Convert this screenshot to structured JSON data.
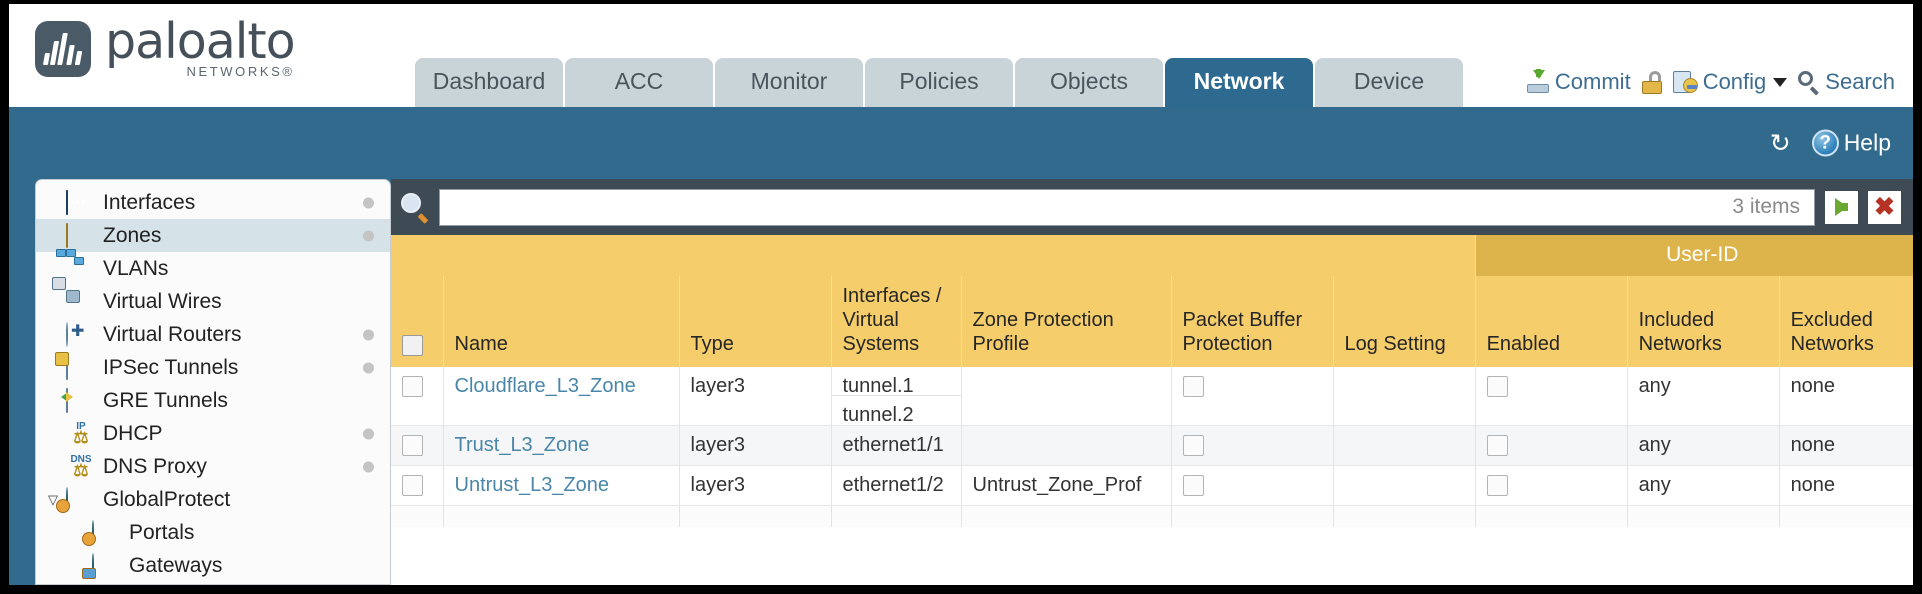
{
  "brand": {
    "name": "paloalto",
    "sub": "NETWORKS®",
    "logo_icon": "paloalto-waveform-logo"
  },
  "tabs": [
    {
      "label": "Dashboard",
      "active": false
    },
    {
      "label": "ACC",
      "active": false
    },
    {
      "label": "Monitor",
      "active": false
    },
    {
      "label": "Policies",
      "active": false
    },
    {
      "label": "Objects",
      "active": false
    },
    {
      "label": "Network",
      "active": true
    },
    {
      "label": "Device",
      "active": false
    }
  ],
  "header_actions": {
    "commit": "Commit",
    "lock_icon": "unlocked-padlock-icon",
    "config": "Config",
    "search": "Search"
  },
  "blue_band": {
    "refresh_icon": "refresh-icon",
    "help": "Help"
  },
  "sidebar": {
    "items": [
      {
        "label": "Interfaces",
        "icon": "interfaces-icon",
        "selected": false,
        "dot": true,
        "child": false,
        "twisty": ""
      },
      {
        "label": "Zones",
        "icon": "zones-icon",
        "selected": true,
        "dot": true,
        "child": false,
        "twisty": ""
      },
      {
        "label": "VLANs",
        "icon": "vlans-icon",
        "selected": false,
        "dot": false,
        "child": false,
        "twisty": ""
      },
      {
        "label": "Virtual Wires",
        "icon": "virtual-wires-icon",
        "selected": false,
        "dot": false,
        "child": false,
        "twisty": ""
      },
      {
        "label": "Virtual Routers",
        "icon": "virtual-routers-icon",
        "selected": false,
        "dot": true,
        "child": false,
        "twisty": ""
      },
      {
        "label": "IPSec Tunnels",
        "icon": "ipsec-tunnels-icon",
        "selected": false,
        "dot": true,
        "child": false,
        "twisty": ""
      },
      {
        "label": "GRE Tunnels",
        "icon": "gre-tunnels-icon",
        "selected": false,
        "dot": false,
        "child": false,
        "twisty": ""
      },
      {
        "label": "DHCP",
        "icon": "dhcp-icon",
        "selected": false,
        "dot": true,
        "child": false,
        "twisty": ""
      },
      {
        "label": "DNS Proxy",
        "icon": "dns-proxy-icon",
        "selected": false,
        "dot": true,
        "child": false,
        "twisty": ""
      },
      {
        "label": "GlobalProtect",
        "icon": "globalprotect-icon",
        "selected": false,
        "dot": false,
        "child": false,
        "twisty": "▽"
      },
      {
        "label": "Portals",
        "icon": "portals-icon",
        "selected": false,
        "dot": false,
        "child": true,
        "twisty": ""
      },
      {
        "label": "Gateways",
        "icon": "gateways-icon",
        "selected": false,
        "dot": false,
        "child": true,
        "twisty": ""
      }
    ]
  },
  "search": {
    "value": "",
    "placeholder": "",
    "items_count": "3 items",
    "apply_icon": "green-arrow-apply-icon",
    "clear_icon": "red-x-clear-icon"
  },
  "table": {
    "group_header": "User-ID",
    "columns": [
      "Name",
      "Type",
      "Interfaces / Virtual Systems",
      "Zone Protection Profile",
      "Packet Buffer Protection",
      "Log Setting",
      "Enabled",
      "Included Networks",
      "Excluded Networks"
    ],
    "rows": [
      {
        "name": "Cloudflare_L3_Zone",
        "type": "layer3",
        "interfaces": [
          "tunnel.1",
          "tunnel.2"
        ],
        "zone_protection_profile": "",
        "packet_buffer_protection": false,
        "log_setting": "",
        "userid_enabled": false,
        "included_networks": "any",
        "excluded_networks": "none",
        "alt": false
      },
      {
        "name": "Trust_L3_Zone",
        "type": "layer3",
        "interfaces": [
          "ethernet1/1"
        ],
        "zone_protection_profile": "",
        "packet_buffer_protection": false,
        "log_setting": "",
        "userid_enabled": false,
        "included_networks": "any",
        "excluded_networks": "none",
        "alt": true
      },
      {
        "name": "Untrust_L3_Zone",
        "type": "layer3",
        "interfaces": [
          "ethernet1/2"
        ],
        "zone_protection_profile": "Untrust_Zone_Prof",
        "packet_buffer_protection": false,
        "log_setting": "",
        "userid_enabled": false,
        "included_networks": "any",
        "excluded_networks": "none",
        "alt": false
      }
    ]
  },
  "colors": {
    "header_blue": "#316a8c",
    "active_tab": "#2e6a90",
    "tab_grey": "#c8d4d8",
    "table_header_amber": "#f5cd6b",
    "group_header_amber": "#ddb44c",
    "link_blue": "#4a86a8",
    "search_bar_slate": "#3e4b54"
  }
}
